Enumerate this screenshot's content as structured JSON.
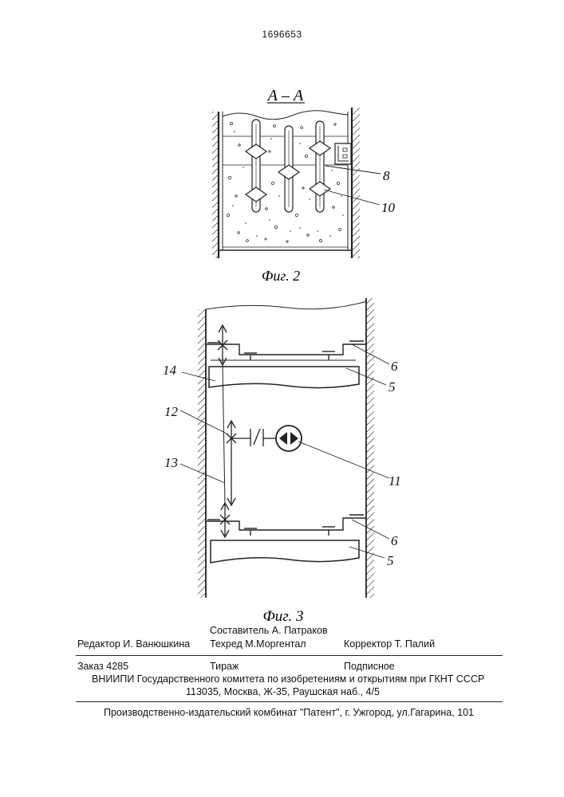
{
  "header": {
    "patent_number": "1696653"
  },
  "fig2": {
    "section_label": "А – А",
    "callouts": [
      "8",
      "10"
    ],
    "caption": "Фиг. 2"
  },
  "fig3": {
    "callouts": [
      "6",
      "5",
      "14",
      "12",
      "11",
      "13",
      "6",
      "5"
    ],
    "caption": "Фиг. 3"
  },
  "imprint": {
    "compiler": "Составитель А. Патраков",
    "editor": "Редактор И. Ванюшкина",
    "techred": "Техред М.Моргентал",
    "corrector": "Корректор Т. Палий",
    "order": "Заказ  4285",
    "circulation": "Тираж",
    "subscription": "Подписное",
    "institute": "ВНИИПИ Государственного комитета по изобретениям и открытиям при ГКНТ СССР",
    "address": "113035, Москва, Ж-35, Раушская наб., 4/5",
    "printer": "Производственно-издательский комбинат \"Патент\", г. Ужгород, ул.Гагарина, 101"
  }
}
